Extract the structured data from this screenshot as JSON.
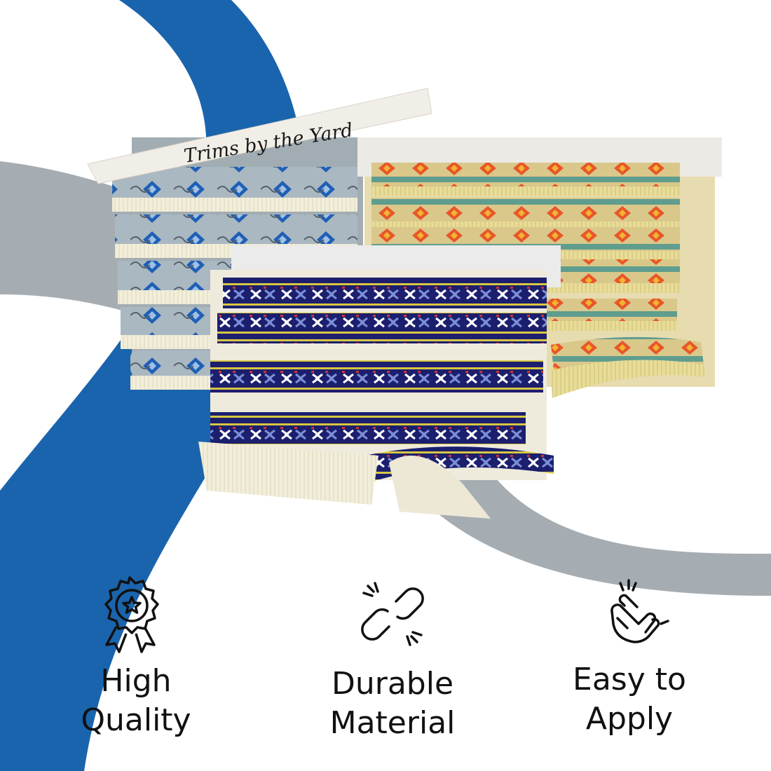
{
  "brand": {
    "card_text": "Trims by the Yard"
  },
  "colors": {
    "blue_band": "#1a64ad",
    "gray_band": "#a6adb2",
    "card": "#f1eee8",
    "fringe": "#f2eed9",
    "gold_fringe": "#e8dc98"
  },
  "products": [
    {
      "name": "blue-diamond-trim-card",
      "pattern_color": "#1f5fb4",
      "base_color": "#aab8c2"
    },
    {
      "name": "orange-diamond-trim-card",
      "pattern_color": "#e8562a",
      "base_color": "#d8c676"
    },
    {
      "name": "navy-aztec-trim-card",
      "pattern_color": "#1c1f6e",
      "base_color": "#f0ecdd"
    }
  ],
  "features": [
    {
      "icon": "award-ribbon-icon",
      "label": "High\nQuality"
    },
    {
      "icon": "broken-link-icon",
      "label": "Durable\nMaterial"
    },
    {
      "icon": "finger-snap-icon",
      "label": "Easy to\nApply"
    }
  ]
}
